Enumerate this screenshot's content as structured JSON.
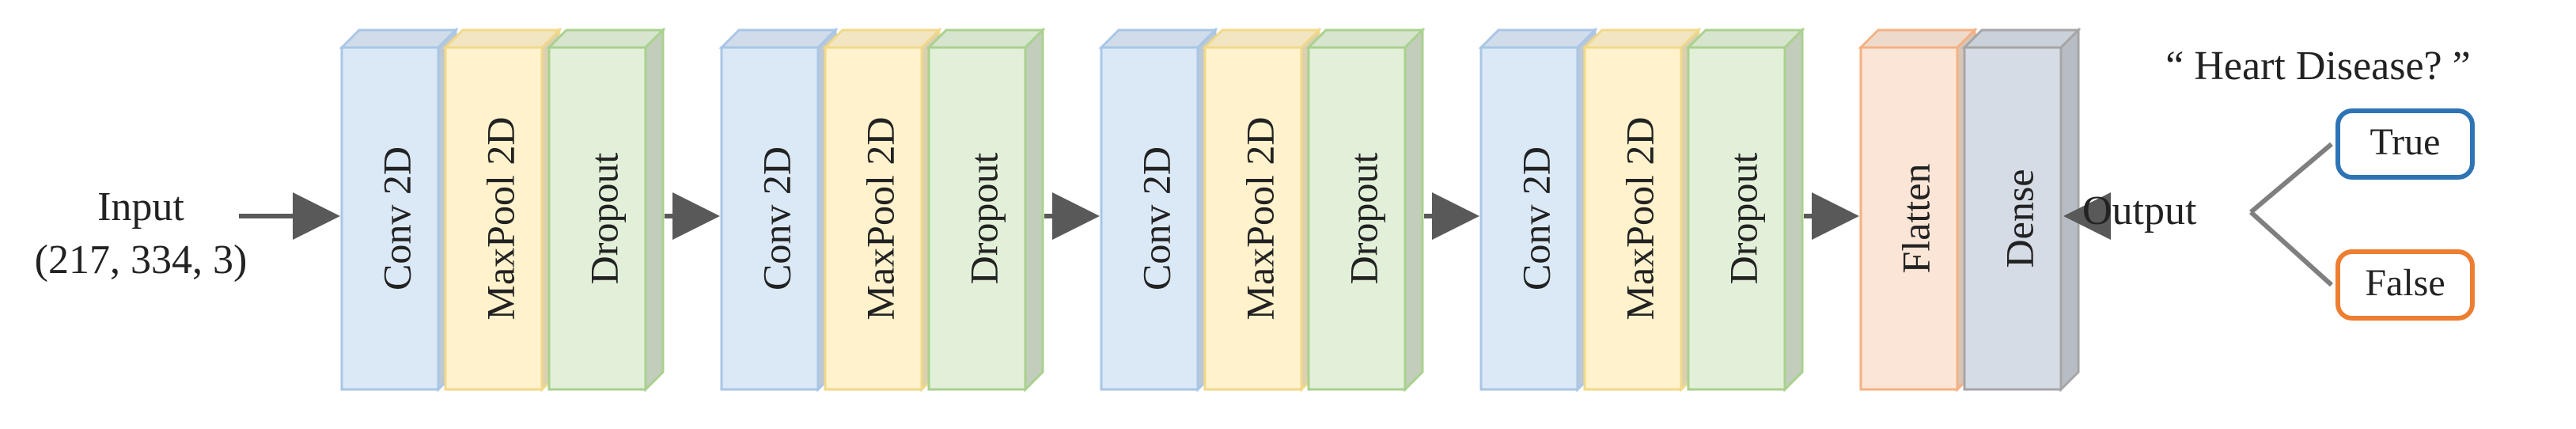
{
  "input": {
    "label": "Input",
    "shape": "(217, 334, 3)"
  },
  "blocks": [
    {
      "layers": [
        {
          "label": "Conv 2D",
          "kind": "conv"
        },
        {
          "label": "MaxPool 2D",
          "kind": "pool"
        },
        {
          "label": "Dropout",
          "kind": "drop"
        }
      ]
    },
    {
      "layers": [
        {
          "label": "Conv 2D",
          "kind": "conv"
        },
        {
          "label": "MaxPool 2D",
          "kind": "pool"
        },
        {
          "label": "Dropout",
          "kind": "drop"
        }
      ]
    },
    {
      "layers": [
        {
          "label": "Conv 2D",
          "kind": "conv"
        },
        {
          "label": "MaxPool 2D",
          "kind": "pool"
        },
        {
          "label": "Dropout",
          "kind": "drop"
        }
      ]
    },
    {
      "layers": [
        {
          "label": "Conv 2D",
          "kind": "conv"
        },
        {
          "label": "MaxPool 2D",
          "kind": "pool"
        },
        {
          "label": "Dropout",
          "kind": "drop"
        }
      ]
    },
    {
      "layers": [
        {
          "label": "Flatten",
          "kind": "flatten"
        },
        {
          "label": "Dense",
          "kind": "dense"
        }
      ]
    }
  ],
  "output": {
    "label": "Output",
    "question": "“ Heart Disease? ”",
    "classes": [
      {
        "label": "True",
        "color": "#2e74b5"
      },
      {
        "label": "False",
        "color": "#ed7d31"
      }
    ]
  },
  "colors": {
    "conv": {
      "fill": "#dbe8f6",
      "stroke": "#a9c6e6"
    },
    "pool": {
      "fill": "#fff2cc",
      "stroke": "#f1d98a"
    },
    "drop": {
      "fill": "#e2f0d9",
      "stroke": "#a9d18e"
    },
    "flatten": {
      "fill": "#fbe5d6",
      "stroke": "#f4b183"
    },
    "dense": {
      "fill": "#d6dce5",
      "stroke": "#a6a6a6"
    },
    "arrow": "#595959"
  }
}
